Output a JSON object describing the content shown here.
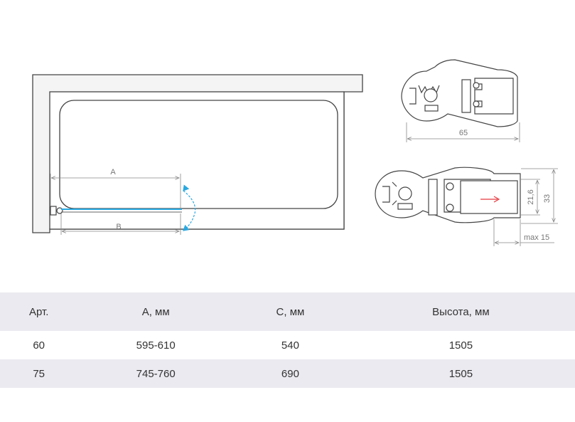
{
  "drawing": {
    "dim_a": "A",
    "dim_b": "B",
    "profile_width": "65",
    "dim_21_6": "21,6",
    "dim_33": "33",
    "dim_max15": "max 15"
  },
  "table": {
    "headers": [
      "Арт.",
      "А, мм",
      "С, мм",
      "Высота, мм"
    ],
    "rows": [
      [
        "60",
        "595-610",
        "540",
        "1505"
      ],
      [
        "75",
        "745-760",
        "690",
        "1505"
      ]
    ]
  }
}
